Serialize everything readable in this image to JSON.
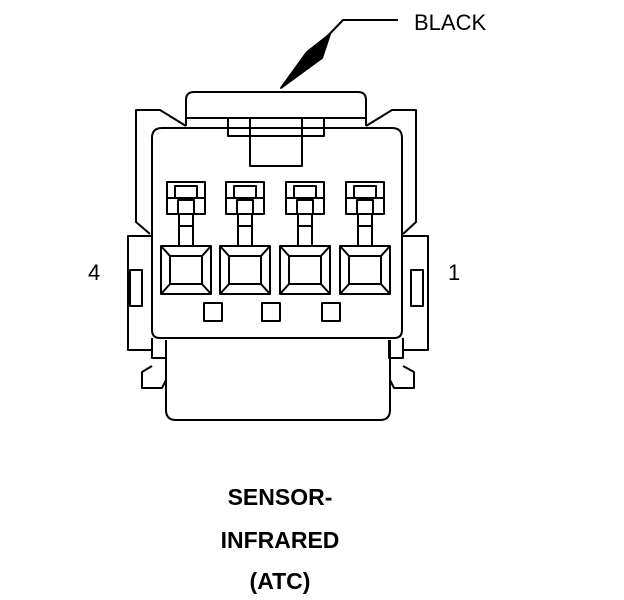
{
  "callout": {
    "color_label": "BLACK"
  },
  "pin_labels": {
    "left": "4",
    "right": "1"
  },
  "caption": {
    "line1": "SENSOR-",
    "line2": "INFRARED",
    "line3": "(ATC)"
  }
}
